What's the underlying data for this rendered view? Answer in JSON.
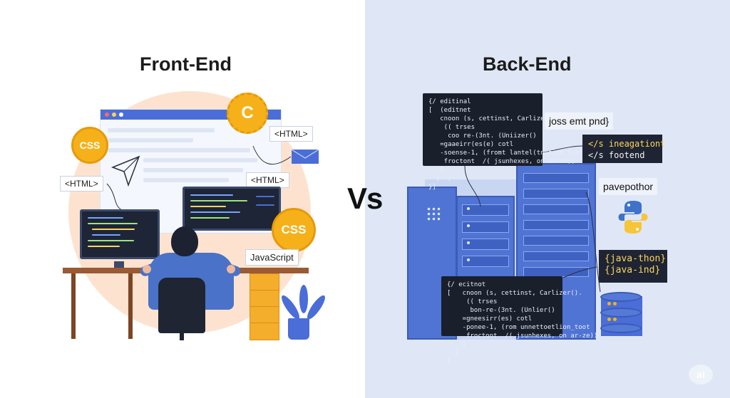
{
  "left": {
    "title": "Front-End",
    "tags": {
      "html_top": "<HTML>",
      "html_left": "<HTML>",
      "html_mid": "<HTML>",
      "css_coin_top": "CSS",
      "css_coin_right": "CSS",
      "c_coin": "C",
      "javascript": "JavaScript"
    }
  },
  "vs": "Vs",
  "right": {
    "title": "Back-End",
    "code_top": "{/ editinal\n[  (editnet\n   cnoon (s, cettinst, Carlizer().\n    (( trses\n     coo re-(3nt. (Uniizer()\n   =gaaeirr(es(e) cotl\n   -soense-1, (fromt lantel(tnetion_toot\n    froctont  /( jsunhexes, on ar-ze))\n   }\n  ]  }\n}]",
    "code_bottom": "{/ ecitnot\n[   cnoon (s, cettinst, Carlizer().\n     (( trses\n      bon-re-(3nt. (Unlier()\n    =gneesirr(es) cotl\n    -ponee-1, (rom unnettoetlion_toot\n     froctont  /( jsunhexes, on ar-ze))\n    ]\n  }\n}",
    "labels": {
      "joss": "joss emt pnd}",
      "ineagation": "</s ineagationt",
      "footend": "</s footend",
      "pavepothor": "pavepothor",
      "java_thon": "{java-thon}",
      "java_ind": "{java-ind}"
    }
  },
  "watermark": "ai",
  "colors": {
    "accent_blue": "#4a6dd8",
    "accent_orange": "#f6b11a",
    "right_bg": "#dfe7f6",
    "blob": "#fde3cf"
  }
}
